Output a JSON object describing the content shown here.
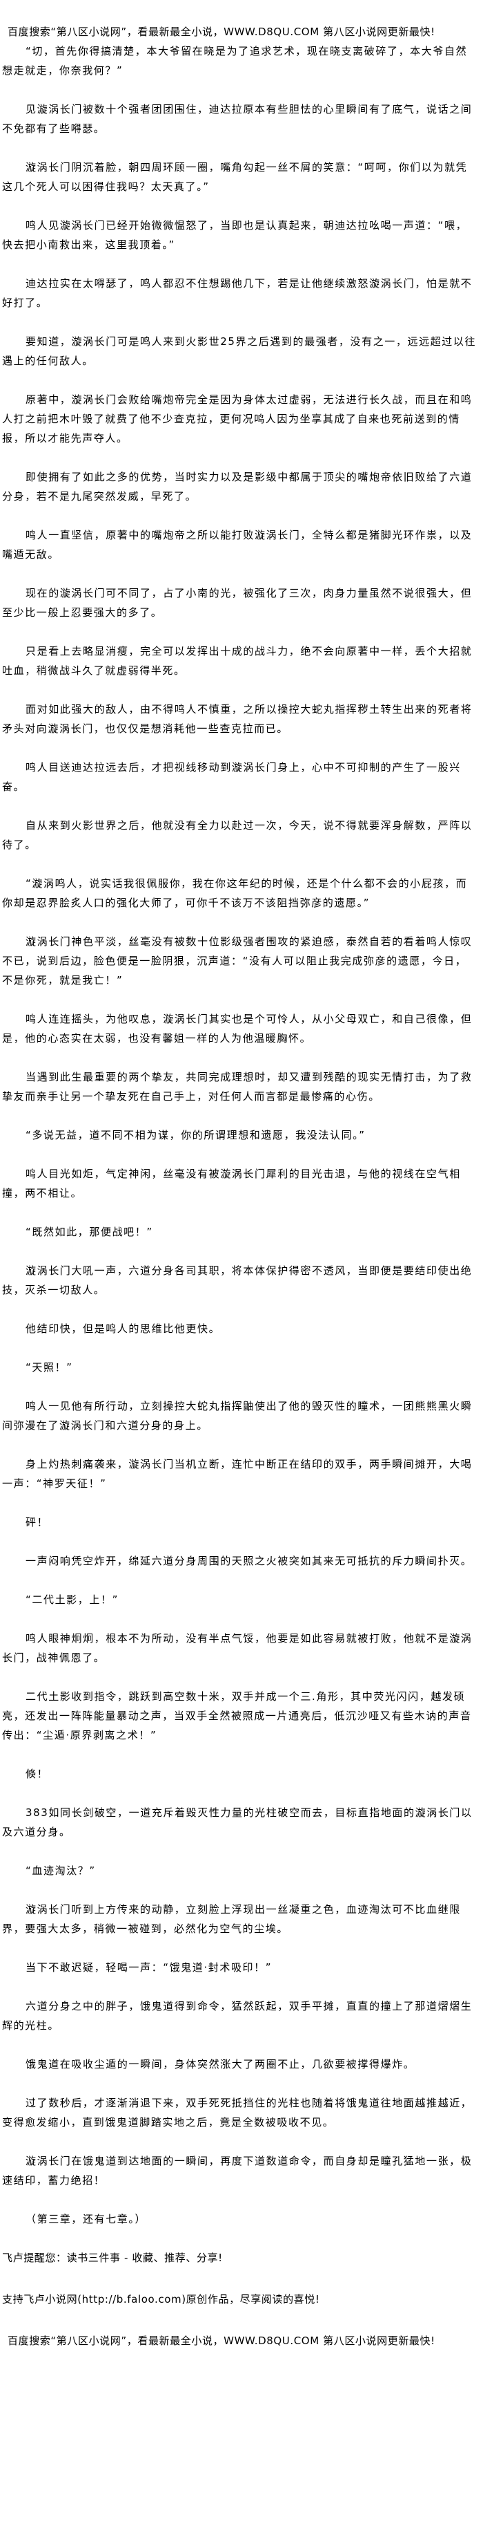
{
  "header": {
    "banner": "百度搜索“第八区小说网”，看最新最全小说，WWW.D8QU.COM  第八区小说网更新最快!"
  },
  "story": {
    "paragraphs": [
      "“切，首先你得搞清楚，本大爷留在晓是为了追求艺术，现在晓支离破碎了，本大爷自然想走就走，你奈我何？”",
      "见漩涡长门被数十个强者团团围住，迪达拉原本有些胆怯的心里瞬间有了底气，说话之间不免都有了些嘚瑟。",
      "漩涡长门阴沉着脸，朝四周环顾一圈，嘴角勾起一丝不屑的笑意：“呵呵，你们以为就凭这几个死人可以困得住我吗？太天真了。”",
      "鸣人见漩涡长门已经开始微微愠怒了，当即也是认真起来，朝迪达拉吆喝一声道：“喂，快去把小南救出来，这里我顶着。”",
      "迪达拉实在太嘚瑟了，鸣人都忍不住想踢他几下，若是让他继续激怒漩涡长门，怕是就不好打了。",
      "要知道，漩涡长门可是鸣人来到火影世25界之后遇到的最强者，没有之一，远远超过以往遇上的任何敌人。",
      "原著中，漩涡长门会败给嘴炮帝完全是因为身体太过虚弱，无法进行长久战，而且在和鸣人打之前把木叶毁了就费了他不少查克拉，更何况鸣人因为坐享其成了自来也死前送到的情报，所以才能先声夺人。",
      "即使拥有了如此之多的优势，当时实力以及是影级中都属于顶尖的嘴炮帝依旧败给了六道分身，若不是九尾突然发威，早死了。",
      "鸣人一直坚信，原著中的嘴炮帝之所以能打败漩涡长门，全特么都是猪脚光环作祟，以及嘴遁无敌。",
      "现在的漩涡长门可不同了，占了小南的光，被强化了三次，肉身力量虽然不说很强大，但至少比一般上忍要强大的多了。",
      "只是看上去略显消瘦，完全可以发挥出十成的战斗力，绝不会向原著中一样，丢个大招就吐血，稍微战斗久了就虚弱得半死。",
      "面对如此强大的敌人，由不得鸣人不慎重，之所以操控大蛇丸指挥秽土转生出来的死者将矛头对向漩涡长门，也仅仅是想消耗他一些查克拉而已。",
      "鸣人目送迪达拉远去后，才把视线移动到漩涡长门身上，心中不可抑制的产生了一股兴奋。",
      "自从来到火影世界之后，他就没有全力以赴过一次，今天，说不得就要浑身解数，严阵以待了。",
      "“漩涡鸣人，说实话我很佩服你，我在你这年纪的时候，还是个什么都不会的小屁孩，而你却是忍界脍炙人口的强化大师了，可你千不该万不该阻挡弥彦的遗愿。”",
      "漩涡长门神色平淡，丝毫没有被数十位影级强者围攻的紧迫感，泰然自若的看着鸣人惊叹不已，说到后边，脸色便是一脸阴狠，沉声道：“没有人可以阻止我完成弥彦的遗愿，今日，不是你死，就是我亡！”",
      "鸣人连连摇头，为他叹息，漩涡长门其实也是个可怜人，从小父母双亡，和自己很像，但是，他的心态实在太弱，也没有馨姐一样的人为他温暖胸怀。",
      "当遇到此生最重要的两个挚友，共同完成理想时，却又遭到残酷的现实无情打击，为了救挚友而亲手让另一个挚友死在自己手上，对任何人而言都是最惨痛的心伤。",
      "“多说无益，道不同不相为谋，你的所谓理想和遗愿，我没法认同。”",
      "鸣人目光如炬，气定神闲，丝毫没有被漩涡长门犀利的目光击退，与他的视线在空气相撞，两不相让。",
      "“既然如此，那便战吧！”",
      "漩涡长门大吼一声，六道分身各司其职，将本体保护得密不透风，当即便是要结印使出绝技，灭杀一切敌人。",
      "他结印快，但是鸣人的思维比他更快。",
      "“天照！”",
      "鸣人一见他有所行动，立刻操控大蛇丸指挥鼬使出了他的毁灭性的瞳术，一团熊熊黑火瞬间弥漫在了漩涡长门和六道分身的身上。",
      "身上灼热刺痛袭来，漩涡长门当机立断，连忙中断正在结印的双手，两手瞬间摊开，大喝一声：“神罗天征！”",
      "砰！",
      "一声闷响凭空炸开，绵延六道分身周围的天照之火被突如其来无可抵抗的斥力瞬间扑灭。",
      "“二代土影，上！”",
      "鸣人眼神炯炯，根本不为所动，没有半点气馁，他要是如此容易就被打败，他就不是漩涡长门，战神佩恩了。",
      "二代土影收到指令，跳跃到高空数十米，双手并成一个三.角形，其中荧光闪闪，越发硕亮，还发出一阵阵能量暴动之声，当双手全然被照成一片通亮后，低沉沙哑又有些木讷的声音传出：“尘遁·原界剥离之术！”",
      "倏！",
      "383如同长剑破空，一道充斥着毁灭性力量的光柱破空而去，目标直指地面的漩涡长门以及六道分身。",
      "“血迹淘汰？”",
      "漩涡长门听到上方传来的动静，立刻脸上浮现出一丝凝重之色，血迹淘汰可不比血继限界，要强大太多，稍微一被碰到，必然化为空气的尘埃。",
      "当下不敢迟疑，轻喝一声：“饿鬼道·封术吸印！”",
      "六道分身之中的胖子，饿鬼道得到命令，猛然跃起，双手平摊，直直的撞上了那道熠熠生辉的光柱。",
      "饿鬼道在吸收尘遁的一瞬间，身体突然涨大了两圈不止，几欲要被撑得爆炸。",
      "过了数秒后，才逐渐消退下来，双手死死抵挡住的光柱也随着将饿鬼道往地面越推越近，变得愈发缩小，直到饿鬼道脚踏实地之后，竟是全数被吸收不见。",
      "漩涡长门在饿鬼道到达地面的一瞬间，再度下道数道命令，而自身却是瞳孔猛地一张，极速结印，蓄力绝招！",
      "（第三章，还有七章。）"
    ]
  },
  "footer": {
    "reminder": "飞卢提醒您：读书三件事 - 收藏、推荐、分享!",
    "support": "支持飞卢小说网(http://b.faloo.com)原创作品，尽享阅读的喜悦!",
    "banner": "百度搜索“第八区小说网”，看最新最全小说，WWW.D8QU.COM  第八区小说网更新最快!"
  }
}
